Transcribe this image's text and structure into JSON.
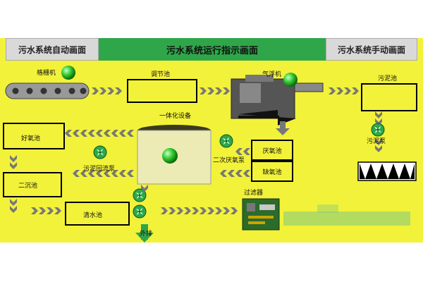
{
  "header": {
    "auto_tab": "污水系统自动画面",
    "title": "污水系统运行指示画面",
    "manual_tab": "污水系统手动画面"
  },
  "labels": {
    "grille": "格栅机",
    "regulating_tank": "调节池",
    "flotation": "气浮机",
    "sludge_tank": "污泥池",
    "integrated_equipment": "一体化设备",
    "aerobic_tank": "好氧池",
    "secondary_clarifier": "二沉池",
    "sludge_return_pump": "污泥回流泵",
    "secondary_anoxic_pump": "二次厌氧泵",
    "anaerobic_tank": "厌氧池",
    "anoxic_tank": "缺氧池",
    "sludge_pump": "污泥泵",
    "clear_water_tank": "清水池",
    "filter": "过滤器",
    "discharge": "外排"
  },
  "colors": {
    "background": "#f2f23a",
    "title_bar": "#2fa64a",
    "side_tab": "#d9d9d9",
    "arrow": "#777777",
    "running_indicator": "#33cc33",
    "fan": "#2fa64a"
  },
  "icons": [
    "running-indicator-icon",
    "fan-icon",
    "flow-arrow-icon",
    "machine-icon",
    "filter-board-icon"
  ]
}
